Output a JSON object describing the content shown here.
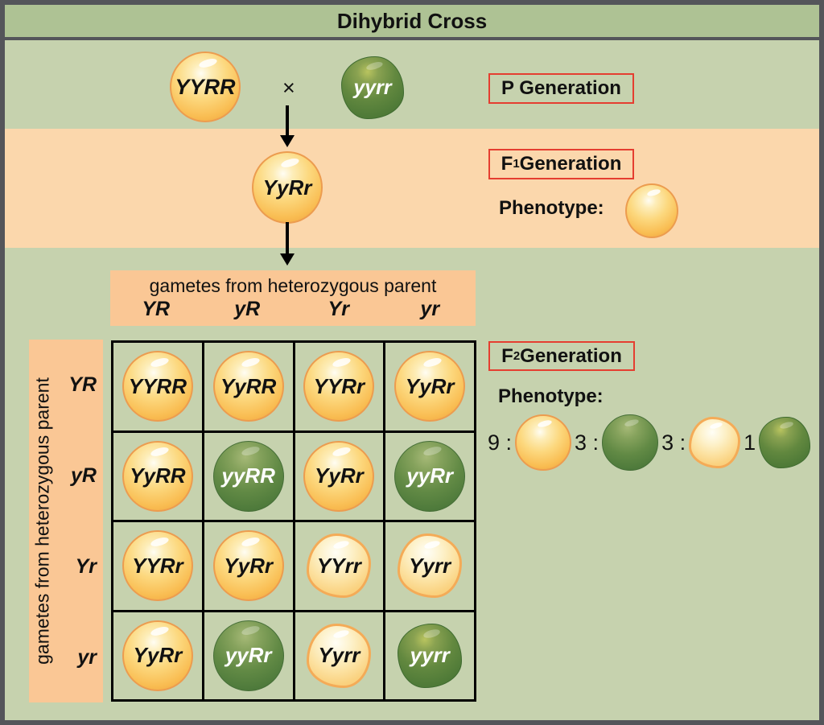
{
  "title": "Dihybrid Cross",
  "colors": {
    "background_green": "#c6d2ae",
    "title_bar_green": "#aec294",
    "f1_band_peach": "#fbd7ac",
    "gamete_band_orange": "#fac795",
    "frame_gray": "#54555a",
    "label_box_red": "#e53e30",
    "pea_yellow": "#f9bd52",
    "pea_green": "#5d8540"
  },
  "p_generation": {
    "label": "P Generation",
    "cross": "×",
    "parent1": {
      "genotype": "YYRR",
      "phenotype": "yellow-round"
    },
    "parent2": {
      "genotype": "yyrr",
      "phenotype": "green-wrinkled"
    }
  },
  "f1_generation": {
    "label_f": "F",
    "label_sub": "1",
    "label_rest": " Generation",
    "genotype": "YyRr",
    "genotype_phenotype": "yellow-round",
    "phenotype_label": "Phenotype:",
    "phenotype_pea": "yellow-round"
  },
  "f2_generation": {
    "label_f": "F",
    "label_sub": "2",
    "label_rest": " Generation",
    "phenotype_label": "Phenotype:",
    "ratio": [
      {
        "label": "9 :",
        "phenotype": "yellow-round"
      },
      {
        "label": "3 :",
        "phenotype": "green-round"
      },
      {
        "label": "3 :",
        "phenotype": "yellow-wrinkled"
      },
      {
        "label": "1",
        "phenotype": "green-wrinkled"
      }
    ]
  },
  "punnett": {
    "top_axis_label": "gametes from heterozygous parent",
    "left_axis_label": "gametes from heterozygous parent",
    "col_gametes": [
      "YR",
      "yR",
      "Yr",
      "yr"
    ],
    "row_gametes": [
      "YR",
      "yR",
      "Yr",
      "yr"
    ],
    "cells": [
      [
        {
          "genotype": "YYRR",
          "phenotype": "yellow-round"
        },
        {
          "genotype": "YyRR",
          "phenotype": "yellow-round"
        },
        {
          "genotype": "YYRr",
          "phenotype": "yellow-round"
        },
        {
          "genotype": "YyRr",
          "phenotype": "yellow-round"
        }
      ],
      [
        {
          "genotype": "YyRR",
          "phenotype": "yellow-round"
        },
        {
          "genotype": "yyRR",
          "phenotype": "green-round"
        },
        {
          "genotype": "YyRr",
          "phenotype": "yellow-round"
        },
        {
          "genotype": "yyRr",
          "phenotype": "green-round"
        }
      ],
      [
        {
          "genotype": "YYRr",
          "phenotype": "yellow-round"
        },
        {
          "genotype": "YyRr",
          "phenotype": "yellow-round"
        },
        {
          "genotype": "YYrr",
          "phenotype": "yellow-wrinkled"
        },
        {
          "genotype": "Yyrr",
          "phenotype": "yellow-wrinkled"
        }
      ],
      [
        {
          "genotype": "YyRr",
          "phenotype": "yellow-round"
        },
        {
          "genotype": "yyRr",
          "phenotype": "green-round"
        },
        {
          "genotype": "Yyrr",
          "phenotype": "yellow-wrinkled"
        },
        {
          "genotype": "yyrr",
          "phenotype": "green-wrinkled"
        }
      ]
    ]
  }
}
